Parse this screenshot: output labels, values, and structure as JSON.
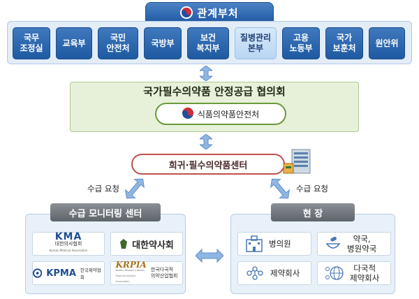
{
  "header": {
    "title": "관계부처"
  },
  "ministries": [
    {
      "label": "국무\n조정실",
      "style": "dark"
    },
    {
      "label": "교육부",
      "style": "dark"
    },
    {
      "label": "국민\n안전처",
      "style": "dark"
    },
    {
      "label": "국방부",
      "style": "dark"
    },
    {
      "label": "보건\n복지부",
      "style": "dark"
    },
    {
      "label": "질병관리\n본부",
      "style": "light"
    },
    {
      "label": "고용\n노동부",
      "style": "dark"
    },
    {
      "label": "국가\n보훈처",
      "style": "dark"
    },
    {
      "label": "원안위",
      "style": "dark"
    }
  ],
  "council": {
    "title": "국가필수의약품 안정공급 협의회",
    "chair": "식품의약품안전처"
  },
  "center": {
    "label": "희귀·필수의약품센터"
  },
  "links": {
    "left_request": "수급 요청",
    "right_request": "수급 요청"
  },
  "monitoring": {
    "title": "수급 모니터링 센터",
    "orgs": [
      {
        "logo": "KMA",
        "name": "대한의사협회",
        "sub": "Korean Medical Association"
      },
      {
        "logo": "대한약사회",
        "name": "",
        "sub": ""
      },
      {
        "logo": "KPMA",
        "name": "한국제약협회",
        "sub": ""
      },
      {
        "logo": "KRPIA",
        "name": "한국다국적\n의약산업협회",
        "sub": "Korean Research-based Pharma Industry Association"
      }
    ]
  },
  "field": {
    "title": "현 장",
    "items": [
      {
        "label": "병의원",
        "icon": "hospital-icon"
      },
      {
        "label": "약국,\n병원약국",
        "icon": "pharmacy-icon"
      },
      {
        "label": "제약회사",
        "icon": "molecule-icon"
      },
      {
        "label": "다국적\n제약회사",
        "icon": "globe-molecule-icon"
      }
    ]
  },
  "colors": {
    "ministry_blue": "#1e5aa2",
    "council_green": "#6a9a3c",
    "center_red": "#c0504d"
  }
}
